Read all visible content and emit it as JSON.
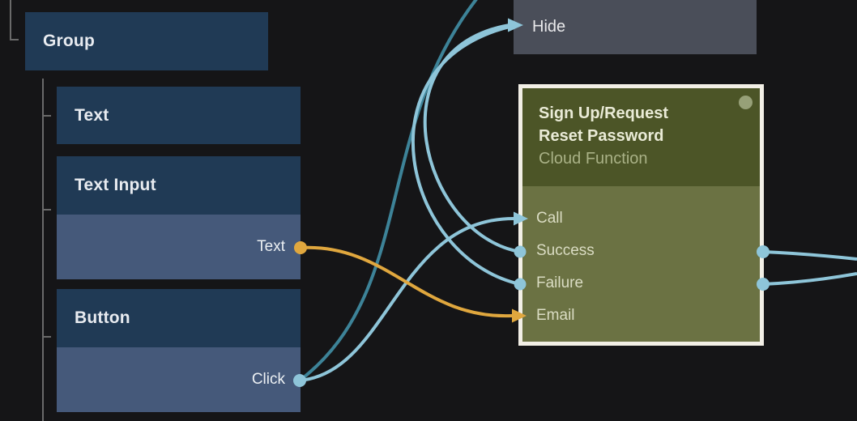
{
  "canvas": {
    "background": "#151517"
  },
  "colors": {
    "node_blue_header": "#203a55",
    "node_blue_body": "#45597a",
    "node_gray": "#4a4e59",
    "cloud_header": "#4c5527",
    "cloud_body": "#6b7243",
    "cloud_border": "#f2efe6",
    "wire_signal_light": "#8ec5d9",
    "wire_signal_dark": "#3d8398",
    "wire_data_orange": "#e0a73e",
    "tree_line": "#6a6a6a",
    "status_dot": "#97a078"
  },
  "nodes": {
    "group": {
      "label": "Group"
    },
    "text": {
      "label": "Text"
    },
    "text_input": {
      "label": "Text Input",
      "ports": [
        {
          "label": "Text",
          "direction": "output",
          "type": "data"
        }
      ]
    },
    "button": {
      "label": "Button",
      "ports": [
        {
          "label": "Click",
          "direction": "output",
          "type": "signal"
        }
      ]
    },
    "hide": {
      "label": "Hide"
    },
    "cloud_function": {
      "title": "Sign Up/Request Reset Password",
      "subtitle": "Cloud Function",
      "ports": [
        {
          "label": "Call",
          "connector": "arrow-in",
          "type": "signal"
        },
        {
          "label": "Success",
          "connector": "dot",
          "type": "signal"
        },
        {
          "label": "Failure",
          "connector": "dot",
          "type": "signal"
        },
        {
          "label": "Email",
          "connector": "arrow-in",
          "type": "data"
        }
      ]
    }
  },
  "connections": [
    {
      "from": "Text Input.Text",
      "to": "Cloud Function.Email",
      "type": "data"
    },
    {
      "from": "Button.Click",
      "to": "Cloud Function.Call",
      "type": "signal"
    },
    {
      "from": "Button.Click",
      "to": "off-screen-top",
      "type": "signal"
    },
    {
      "from": "Cloud Function.Success",
      "to": "Hide",
      "type": "signal"
    },
    {
      "from": "Cloud Function.Failure",
      "to": "Hide",
      "type": "signal"
    },
    {
      "from": "Cloud Function.Success",
      "to": "off-screen-right",
      "type": "signal"
    },
    {
      "from": "Cloud Function.Failure",
      "to": "off-screen-right",
      "type": "signal"
    }
  ]
}
